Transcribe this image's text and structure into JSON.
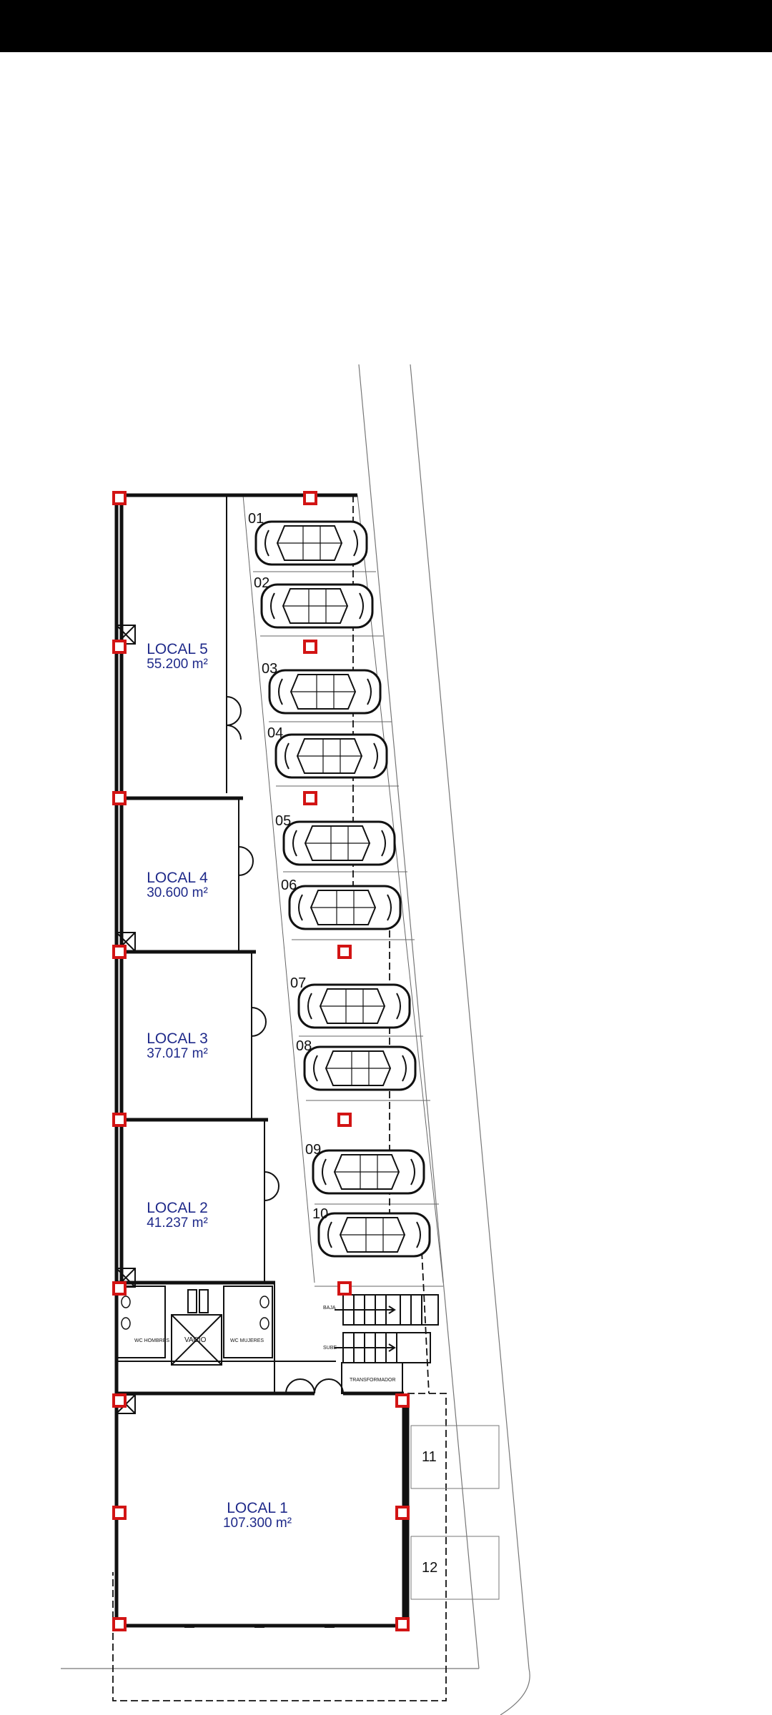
{
  "rooms": [
    {
      "name": "LOCAL 5",
      "area": "55.200 m²"
    },
    {
      "name": "LOCAL 4",
      "area": "30.600 m²"
    },
    {
      "name": "LOCAL 3",
      "area": "37.017 m²"
    },
    {
      "name": "LOCAL 2",
      "area": "41.237 m²"
    },
    {
      "name": "LOCAL 1",
      "area": "107.300 m²"
    }
  ],
  "parking_spaces": [
    "01",
    "02",
    "03",
    "04",
    "05",
    "06",
    "07",
    "08",
    "09",
    "10"
  ],
  "outdoor_spaces": [
    "11",
    "12"
  ],
  "service": {
    "wc_men": "WC HOMBRES",
    "wc_women": "WC MUJERES",
    "void": "VACIO",
    "stair_down": "BAJA",
    "stair_up": "SUBE",
    "transformer": "TRANSFORMADOR"
  },
  "colors": {
    "column_marker": "#d21414",
    "label_text": "#1f2a8a",
    "line": "#111111"
  }
}
